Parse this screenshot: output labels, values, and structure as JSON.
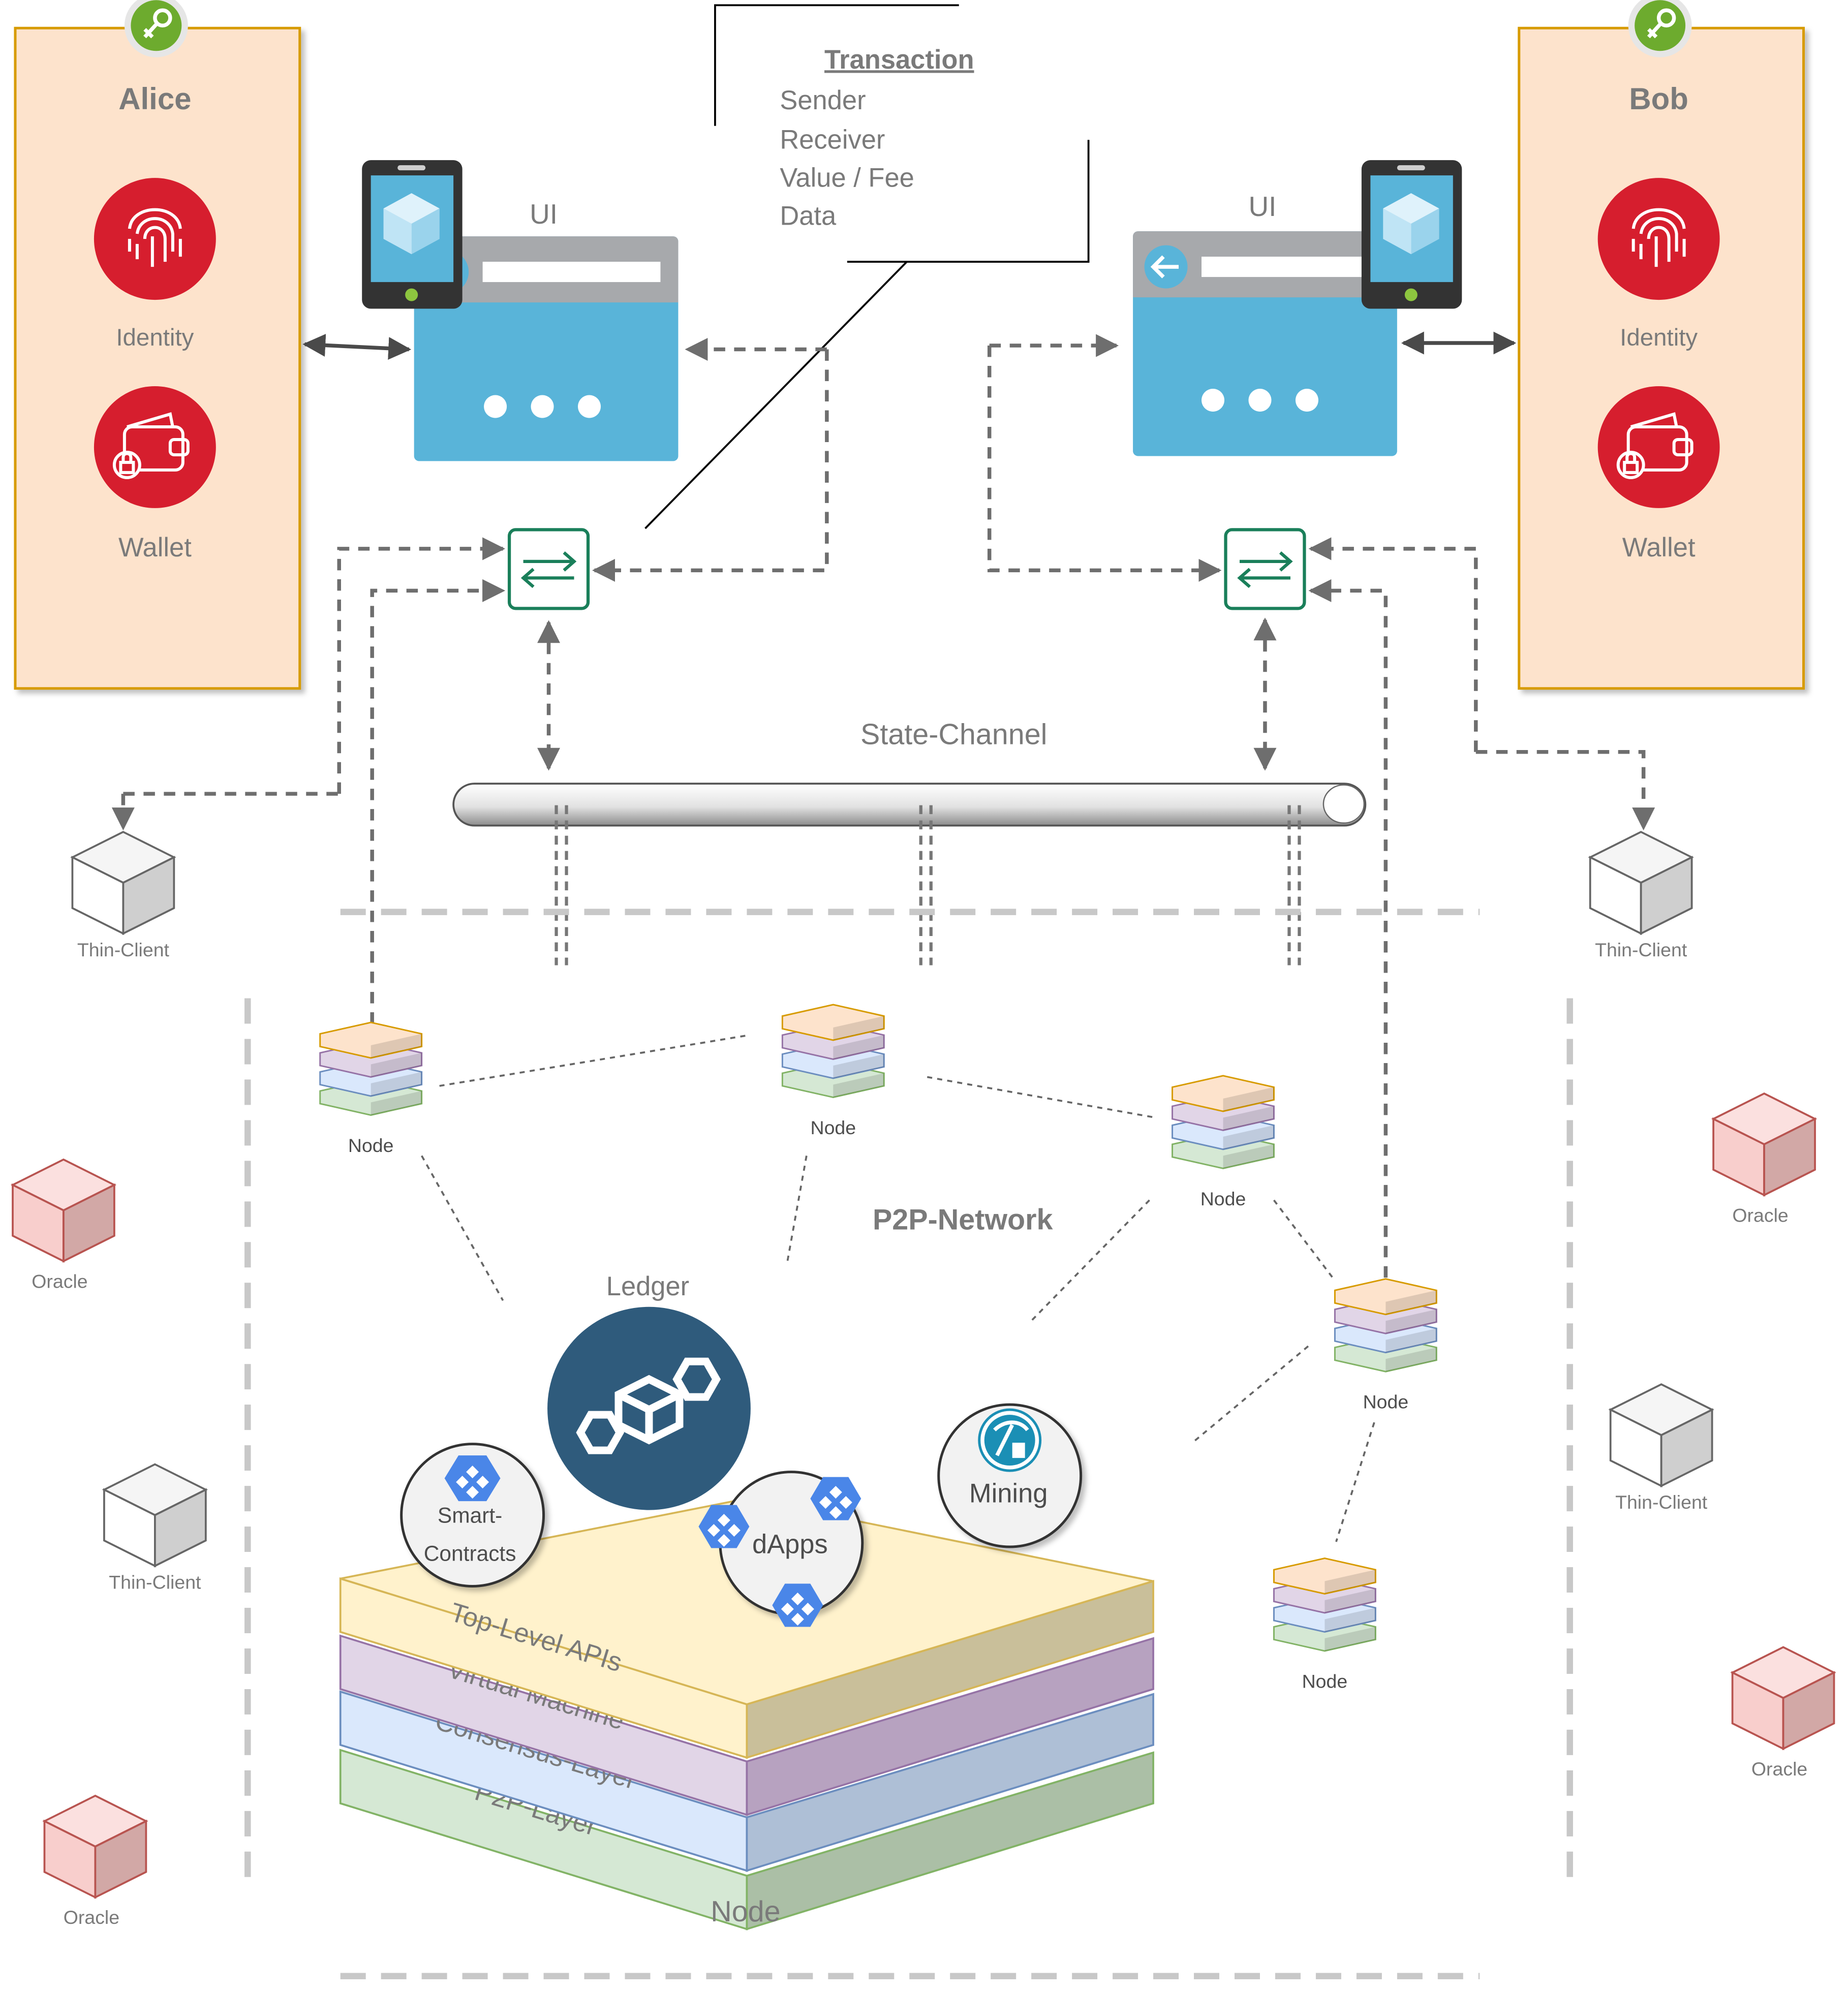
{
  "parties": {
    "alice": {
      "name": "Alice",
      "identity_label": "Identity",
      "wallet_label": "Wallet"
    },
    "bob": {
      "name": "Bob",
      "identity_label": "Identity",
      "wallet_label": "Wallet"
    }
  },
  "ui": {
    "left_label": "UI",
    "right_label": "UI"
  },
  "transaction": {
    "title": "Transaction",
    "fields": [
      "Sender",
      "Receiver",
      "Value / Fee",
      "Data"
    ]
  },
  "state_channel": {
    "label": "State-Channel"
  },
  "thin_clients": [
    "Thin-Client",
    "Thin-Client",
    "Thin-Client",
    "Thin-Client"
  ],
  "oracles": [
    "Oracle",
    "Oracle",
    "Oracle",
    "Oracle"
  ],
  "nodes": [
    "Node",
    "Node",
    "Node",
    "Node",
    "Node"
  ],
  "p2p_network": {
    "label": "P2P-Network"
  },
  "ledger": {
    "label": "Ledger"
  },
  "services": {
    "smart_contracts": [
      "Smart-",
      "Contracts"
    ],
    "dapps": "dApps",
    "mining": "Mining"
  },
  "stack": {
    "layers": [
      "Top-Level APIs",
      "Virtual Machine",
      "Consensus-Layer",
      "P2P-Layer"
    ],
    "label": "Node"
  },
  "icons": {
    "key": "key-icon",
    "fingerprint": "fingerprint-icon",
    "wallet": "wallet-icon",
    "phone": "smartphone-icon",
    "browser": "browser-window-icon",
    "switch": "network-switch-icon",
    "cube": "cube-icon",
    "ledger": "ledger-hexagon-icon",
    "google_cloud": "hexagon-cloud-icon",
    "mining": "pickaxe-icon"
  },
  "colors": {
    "party_fill": "#fde3cc",
    "party_border": "#d79b00",
    "key_green": "#6dab2e",
    "identity_red": "#d61e2e",
    "ui_blue": "#59b4d9",
    "switch_green": "#1a7f5a",
    "ledger_navy": "#2f5b7c",
    "gcp_blue": "#4a86e8",
    "oracle_fill": "#f8cecc",
    "layer_api": "#fff2cc",
    "layer_vm": "#e1d5e7",
    "layer_consensus": "#dae8fc",
    "layer_p2p": "#d5e8d4"
  }
}
